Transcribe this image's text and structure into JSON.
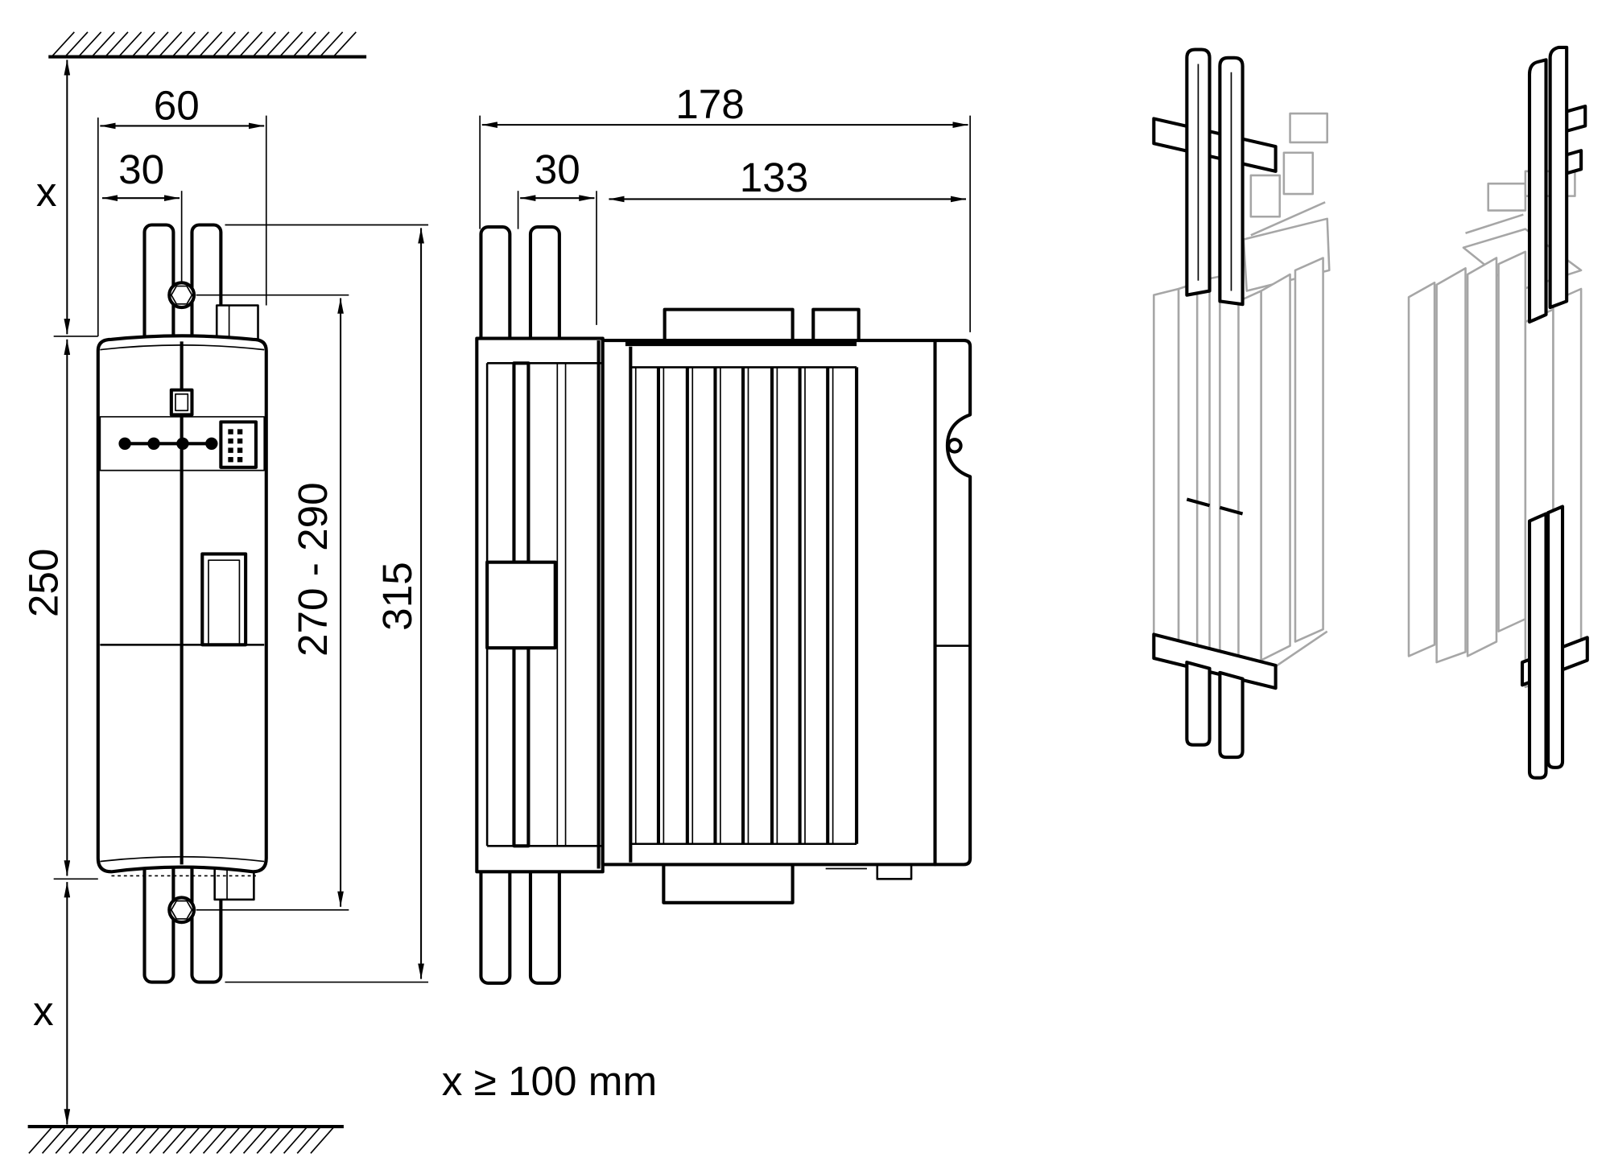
{
  "colors": {
    "line": "#000000",
    "ghost": "#a6a6a6",
    "background": "#ffffff"
  },
  "front_view": {
    "top_clearance_label": "x",
    "width_label": "60",
    "half_width_label": "30",
    "housing_height_label": "250",
    "mounting_distance_label": "270 - 290",
    "overall_height_label": "315",
    "bottom_clearance_label": "x"
  },
  "side_view": {
    "overall_depth_label": "178",
    "rail_offset_label": "30",
    "housing_depth_label": "133"
  },
  "clearance_note": "x ≥ 100 mm"
}
